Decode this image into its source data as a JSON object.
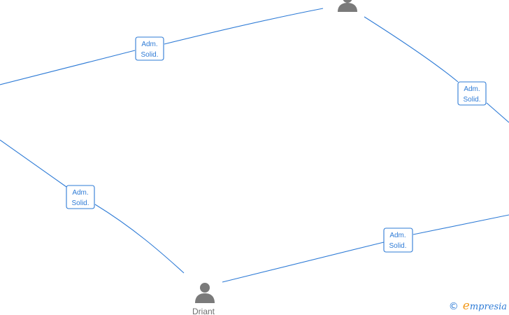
{
  "diagram": {
    "nodes": [
      {
        "id": "top",
        "label": ""
      },
      {
        "id": "driant",
        "label": "Driant"
      }
    ],
    "edges": [
      {
        "id": "left-top",
        "role": [
          "Adm.",
          "Solid."
        ]
      },
      {
        "id": "top-right",
        "role": [
          "Adm.",
          "Solid."
        ]
      },
      {
        "id": "left-driant",
        "role": [
          "Adm.",
          "Solid."
        ]
      },
      {
        "id": "driant-right",
        "role": [
          "Adm.",
          "Solid."
        ]
      }
    ]
  },
  "brand": {
    "copyright": "©",
    "name_first": "e",
    "name_rest": "mpresia"
  },
  "colors": {
    "edge": "#2e7bd6",
    "person_icon": "#7a7a7a",
    "brand_accent": "#f29a1d"
  }
}
